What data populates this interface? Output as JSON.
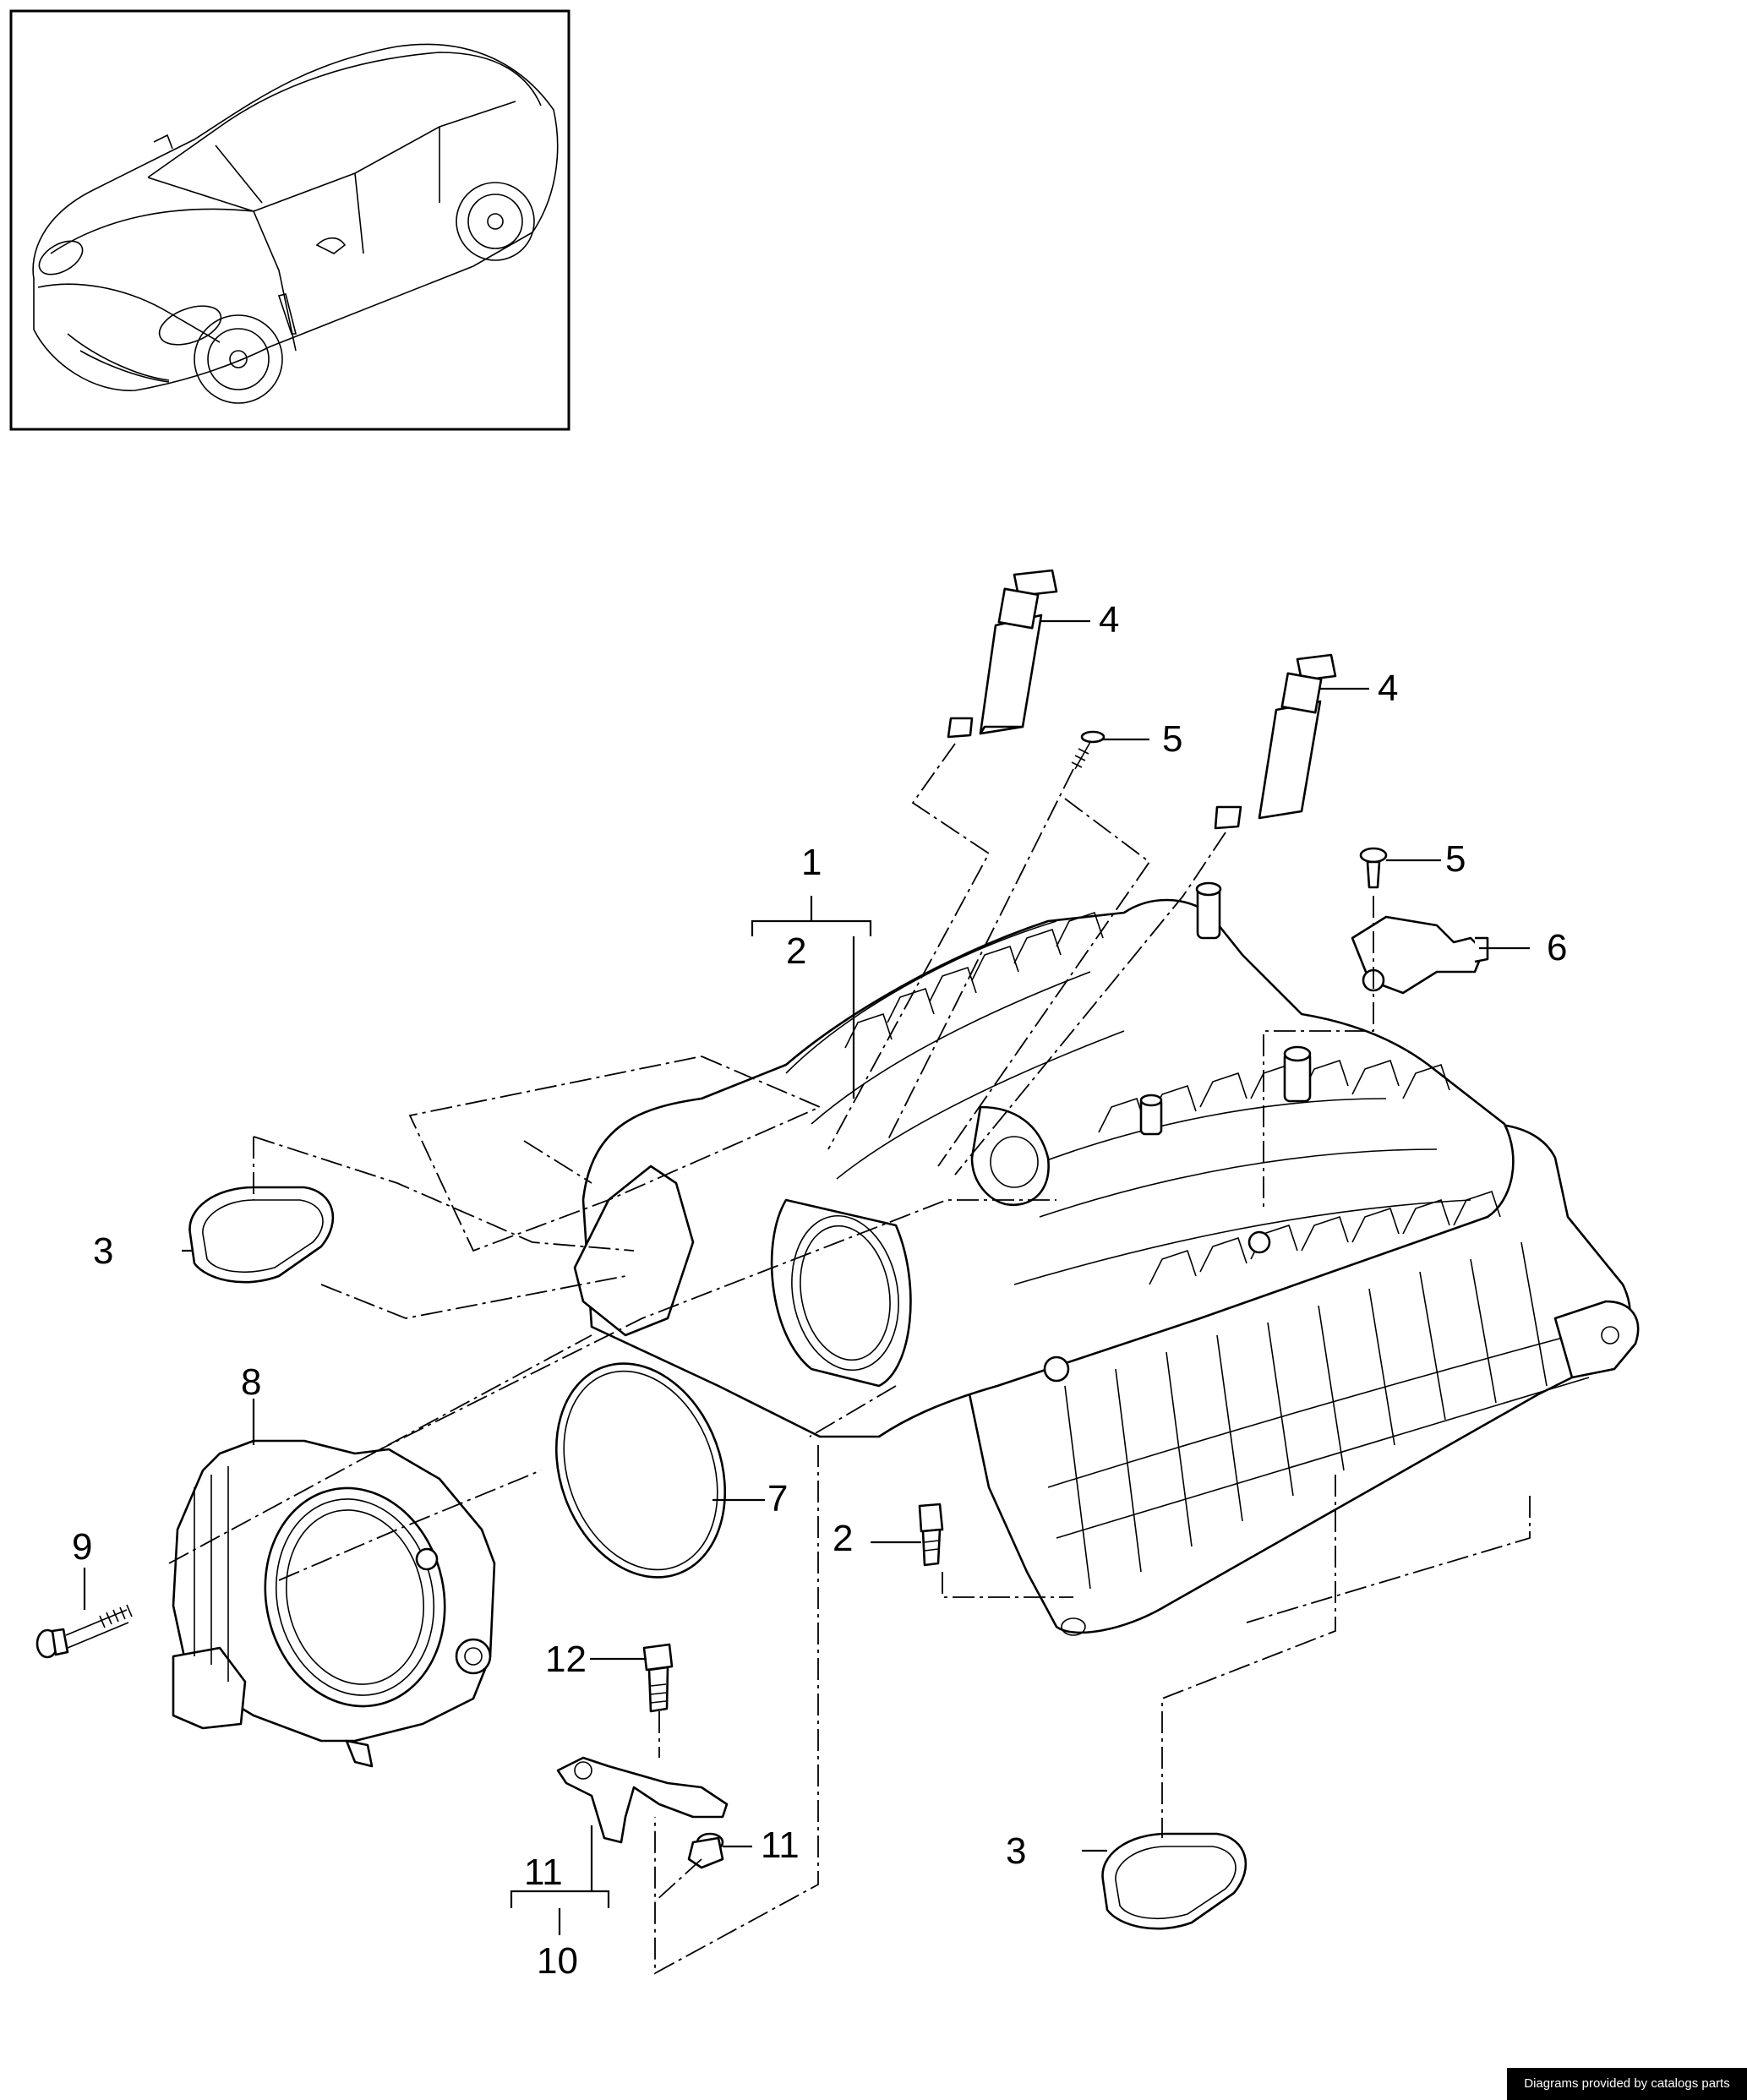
{
  "diagram": {
    "callouts": [
      {
        "id": "c1",
        "label": "1"
      },
      {
        "id": "c2a",
        "label": "2"
      },
      {
        "id": "c2b",
        "label": "2"
      },
      {
        "id": "c3a",
        "label": "3"
      },
      {
        "id": "c3b",
        "label": "3"
      },
      {
        "id": "c4a",
        "label": "4"
      },
      {
        "id": "c4b",
        "label": "4"
      },
      {
        "id": "c5a",
        "label": "5"
      },
      {
        "id": "c5b",
        "label": "5"
      },
      {
        "id": "c6",
        "label": "6"
      },
      {
        "id": "c7",
        "label": "7"
      },
      {
        "id": "c8",
        "label": "8"
      },
      {
        "id": "c9",
        "label": "9"
      },
      {
        "id": "c10",
        "label": "10"
      },
      {
        "id": "c11a",
        "label": "11"
      },
      {
        "id": "c11b",
        "label": "11"
      },
      {
        "id": "c12",
        "label": "12"
      }
    ],
    "colors": {
      "line": "#000000",
      "background": "#ffffff",
      "credit_bg": "#000000",
      "credit_text": "#ffffff"
    }
  },
  "footer": {
    "credit": "Diagrams provided by catalogs parts"
  }
}
